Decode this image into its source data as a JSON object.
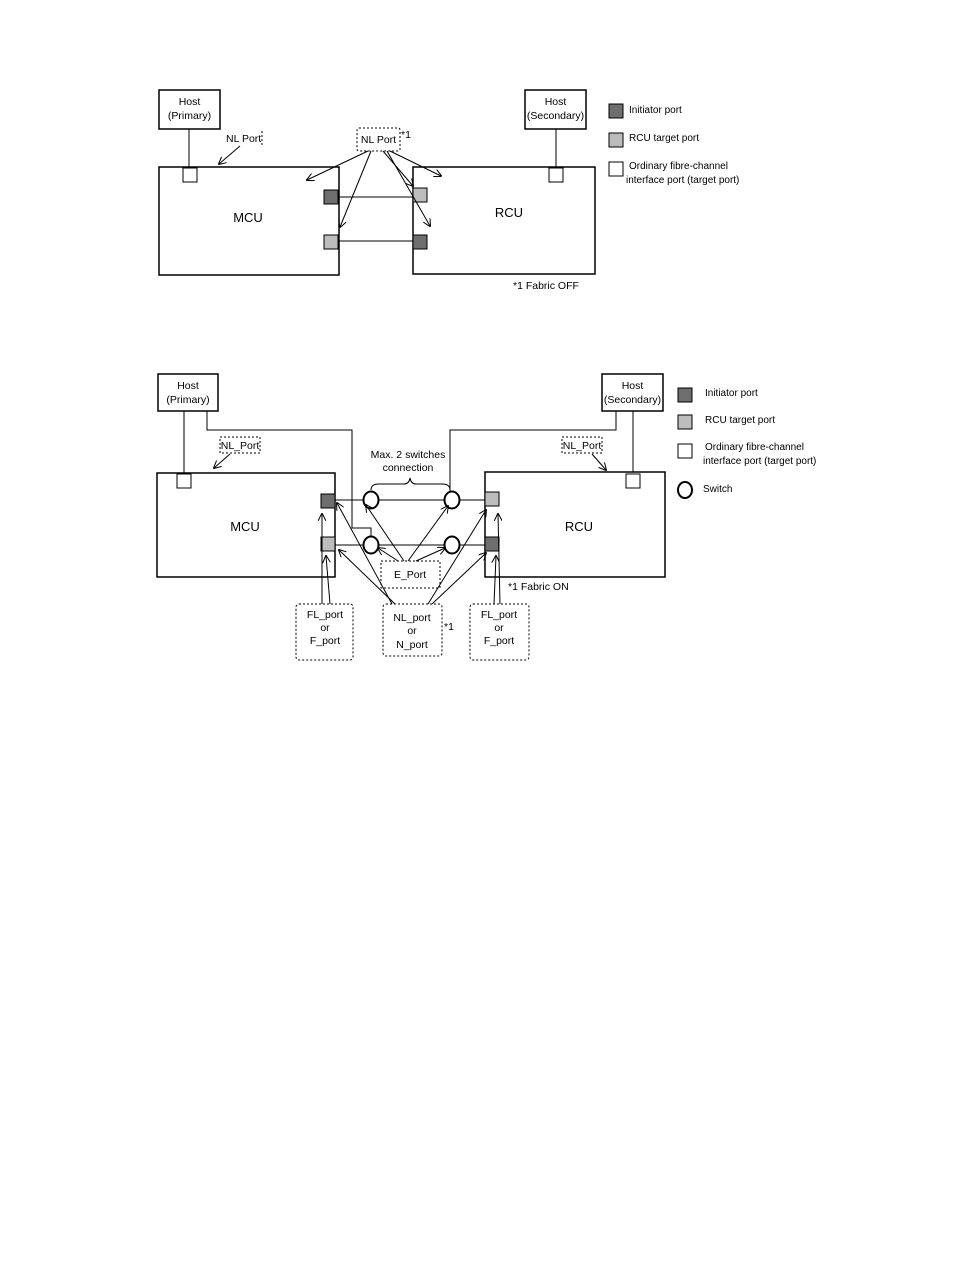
{
  "colors": {
    "initiator": "#6e6e6e",
    "rcu_target": "#bdbdbd",
    "ordinary": "#ffffff",
    "line": "#000000"
  },
  "legend": {
    "initiator": "Initiator port",
    "rcu_target": "RCU target port",
    "ordinary_line1": "Ordinary fibre-channel",
    "ordinary_line2": "interface port (target port)",
    "switch": "Switch"
  },
  "diagram1": {
    "host_primary": [
      "Host",
      "(Primary)"
    ],
    "host_secondary": [
      "Host",
      "(Secondary)"
    ],
    "nl_port_left": "NL Port",
    "nl_port_center": "NL Port",
    "footnote_mark": "*1",
    "mcu": "MCU",
    "rcu": "RCU",
    "fabric_note": "*1 Fabric OFF"
  },
  "diagram2": {
    "host_primary": [
      "Host",
      "(Primary)"
    ],
    "host_secondary": [
      "Host",
      "(Secondary)"
    ],
    "nl_port_left": "NL_Port",
    "nl_port_right": "NL_Port",
    "max_switches": [
      "Max. 2 switches",
      "connection"
    ],
    "mcu": "MCU",
    "rcu": "RCU",
    "e_port": "E_Port",
    "fabric_note": "*1 Fabric ON",
    "fl_left": [
      "FL_port",
      "or",
      "F_port"
    ],
    "nl_center": [
      "NL_port",
      "or",
      "N_port"
    ],
    "footnote_mark": "*1",
    "fl_right": [
      "FL_port",
      "or",
      "F_port"
    ]
  }
}
